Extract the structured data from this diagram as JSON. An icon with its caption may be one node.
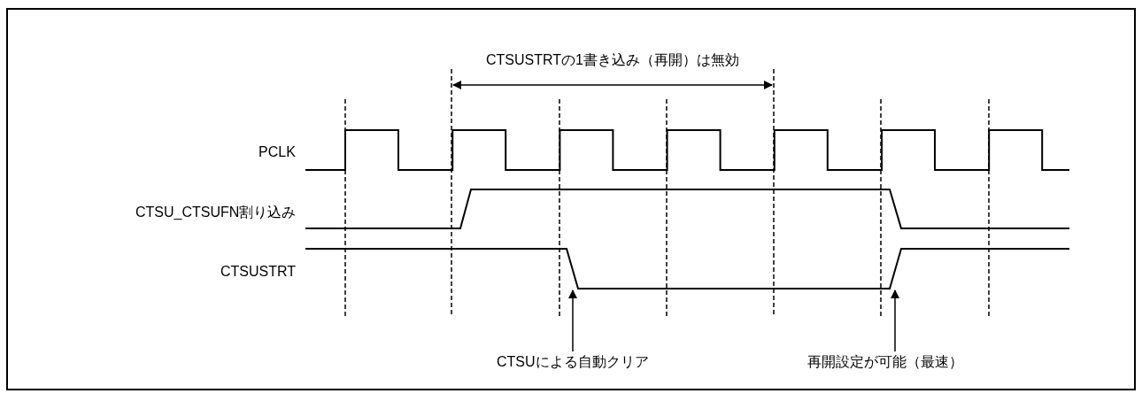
{
  "diagram": {
    "nodes": [
      {
        "text": [
          "CTSUによる自動クリア"
        ]
      },
      {
        "text": [
          "再開設定が可能（最速）"
        ]
      },
      {
        "text": [],
        "shape": "waveform"
      }
    ],
    "edges": [
      {
        "from": 0,
        "to": 2,
        "arrow": "to"
      },
      {
        "from": 1,
        "to": 2,
        "arrow": "to"
      }
    ],
    "labels": [
      "CTSUSTRTの1書き込み（再開）は無効",
      "PCLK",
      "CTSU_CTSUFN割り込み",
      "CTSUSTRT"
    ]
  }
}
